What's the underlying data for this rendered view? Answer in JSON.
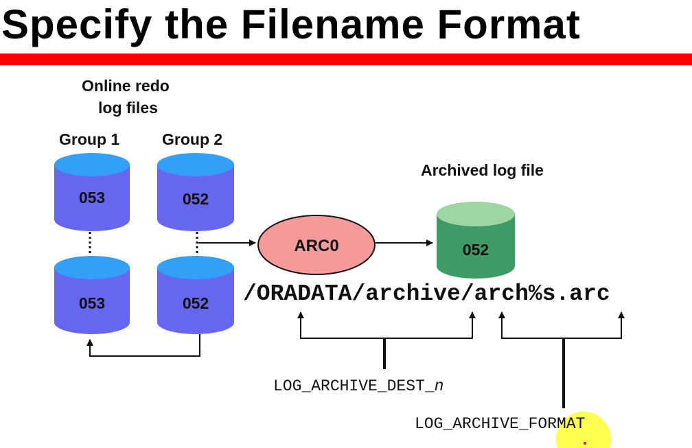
{
  "slide": {
    "title": "Specify the Filename Format"
  },
  "online_redo": {
    "heading_line1": "Online redo",
    "heading_line2": "log files",
    "group1_label": "Group 1",
    "group2_label": "Group 2",
    "group1_member1": "053",
    "group1_member2": "053",
    "group2_member1": "052",
    "group2_member2": "052"
  },
  "archiver": {
    "process_label": "ARC0"
  },
  "archived": {
    "heading": "Archived log file",
    "sequence": "052"
  },
  "path": {
    "full": "/ORADATA/archive/arch%s.arc"
  },
  "params": {
    "dest_prefix": "LOG_ARCHIVE_DEST_",
    "dest_suffix": "n",
    "format": "LOG_ARCHIVE_FORMAT"
  },
  "colors": {
    "title_bar": "#ff0000",
    "redo_cylinder": "#6666ee",
    "redo_cylinder_top": "#33a0f5",
    "arc_process": "#f59a9a",
    "archived_cylinder": "#3f9a68",
    "archived_cylinder_top": "#9fd4a3",
    "highlight": "#ffff33"
  },
  "icons": {
    "redo_member": "database-cylinder-icon",
    "archived_file": "database-cylinder-icon",
    "process": "ellipse-process-icon"
  }
}
